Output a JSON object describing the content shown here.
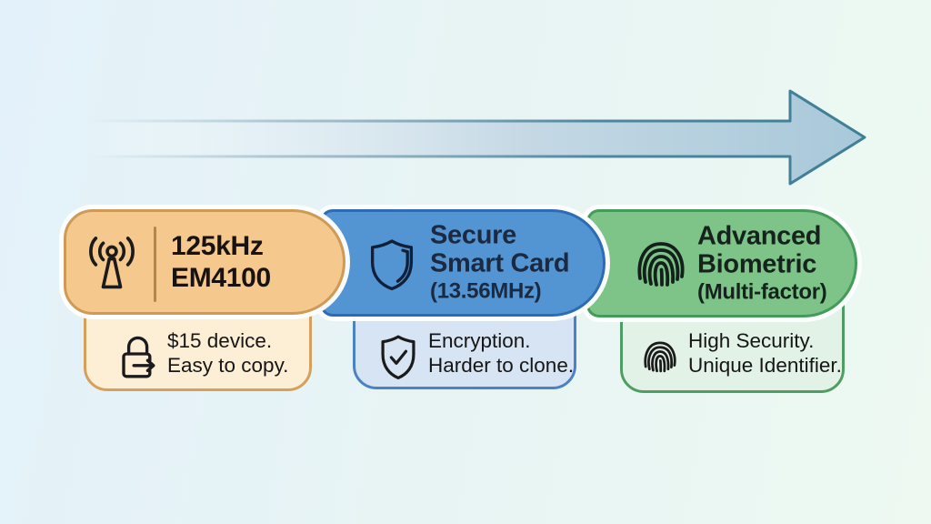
{
  "title": "Access control technology evolution infographic",
  "background": {
    "gradient_from": "#e3f1fa",
    "gradient_to": "#edf9f1"
  },
  "arrow": {
    "type": "timeline-arrow",
    "direction": "right",
    "fill_start": "#ecf4f9",
    "fill_end": "#a8c8d9",
    "stroke": "#3f7e95"
  },
  "stages": [
    {
      "id": "125khz-em4100",
      "icon": "rfid-antenna-icon",
      "title_lines": [
        "125kHz",
        "EM4100"
      ],
      "note_icon": "lock-bypass-icon",
      "note_lines": [
        "$15 device.",
        "Easy to copy."
      ],
      "colors": {
        "fill": "#f5c88d",
        "border": "#cf9a55",
        "note_fill": "#fdeed6",
        "note_border": "#d5a05c",
        "title": "#181310"
      }
    },
    {
      "id": "secure-smart-card",
      "icon": "shield-icon",
      "title_lines": [
        "Secure",
        "Smart Card",
        "(13.56MHz)"
      ],
      "note_icon": "shield-check-icon",
      "note_lines": [
        "Encryption.",
        "Harder to clone."
      ],
      "colors": {
        "fill": "#5295d2",
        "border": "#2c6cb4",
        "note_fill": "#d6e4f3",
        "note_border": "#4a82c4",
        "title": "#1b2941"
      }
    },
    {
      "id": "advanced-biometric",
      "icon": "fingerprint-icon",
      "title_lines": [
        "Advanced",
        "Biometric",
        "(Multi-factor)"
      ],
      "note_icon": "fingerprint-icon",
      "note_lines": [
        "High Security.",
        "Unique Identifier."
      ],
      "colors": {
        "fill": "#7ec489",
        "border": "#439b58",
        "note_fill": "#e2f2e6",
        "note_border": "#4f9d64",
        "title": "#14231b"
      }
    }
  ]
}
